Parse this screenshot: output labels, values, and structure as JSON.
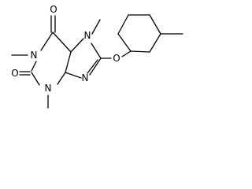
{
  "molecule": {
    "atoms": {
      "o_top": "O",
      "n_left": "N",
      "n_top_right": "N",
      "o_ether": "O",
      "o_bottom": "O",
      "n_bottom": "N",
      "n_bottom_right": "N"
    },
    "substituents": {
      "methyl_n_left": "",
      "methyl_n_top_right": "",
      "methyl_n_bottom": "",
      "methyl_cyclohexyl": ""
    }
  }
}
